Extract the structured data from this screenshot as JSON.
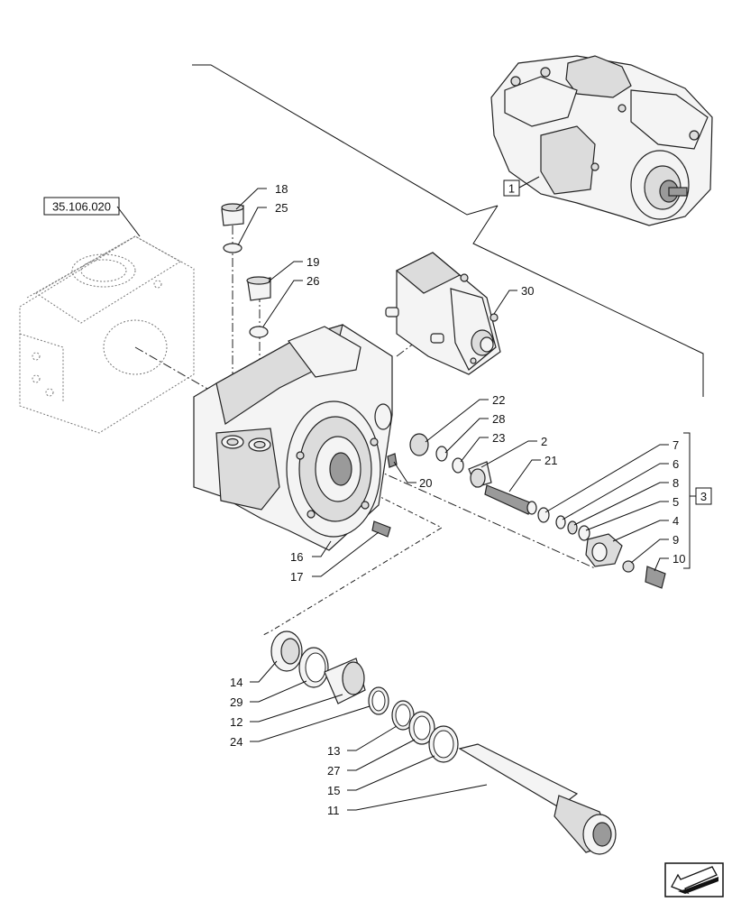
{
  "reference_box": "35.106.020",
  "group_labels": {
    "assembly": "1",
    "valve_kit": "3"
  },
  "callouts": {
    "c18": "18",
    "c25": "25",
    "c19": "19",
    "c26": "26",
    "c30": "30",
    "c22": "22",
    "c28": "28",
    "c23": "23",
    "c2": "2",
    "c21": "21",
    "c7": "7",
    "c6": "6",
    "c8": "8",
    "c5": "5",
    "c4": "4",
    "c9": "9",
    "c10": "10",
    "c20": "20",
    "c16": "16",
    "c17": "17",
    "c14": "14",
    "c29": "29",
    "c12": "12",
    "c24": "24",
    "c13": "13",
    "c27": "27",
    "c15": "15",
    "c11": "11"
  },
  "icons": {
    "nav": "arrow-back-icon"
  }
}
